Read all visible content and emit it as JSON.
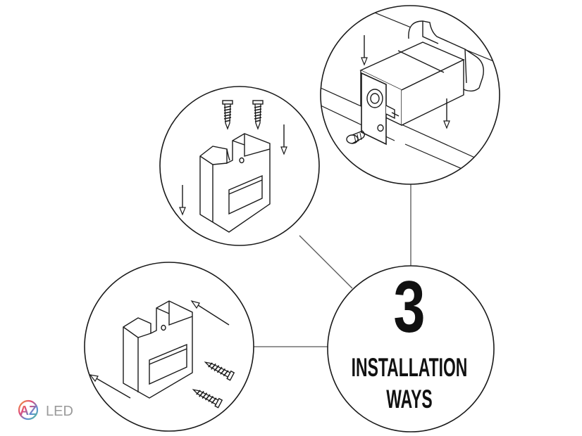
{
  "title": {
    "number": "3",
    "line1": "INSTALLATION",
    "line2": "WAYS"
  },
  "logo": {
    "mark": "AZ",
    "text": "LED"
  },
  "colors": {
    "line": "#1a1a1a",
    "background": "#ffffff",
    "logo_gray": "#9a9a9a",
    "logo_gradient": [
      "#f2a23a",
      "#e0497a",
      "#5c8fd6",
      "#59c38b"
    ]
  },
  "panels": [
    {
      "name": "ceiling-clip-screw-mount",
      "icon": "screw-down-mount-icon"
    },
    {
      "name": "profile-end-cap-mount",
      "icon": "end-cap-insert-icon"
    },
    {
      "name": "wall-clip-side-screw-mount",
      "icon": "screw-side-mount-icon"
    }
  ]
}
